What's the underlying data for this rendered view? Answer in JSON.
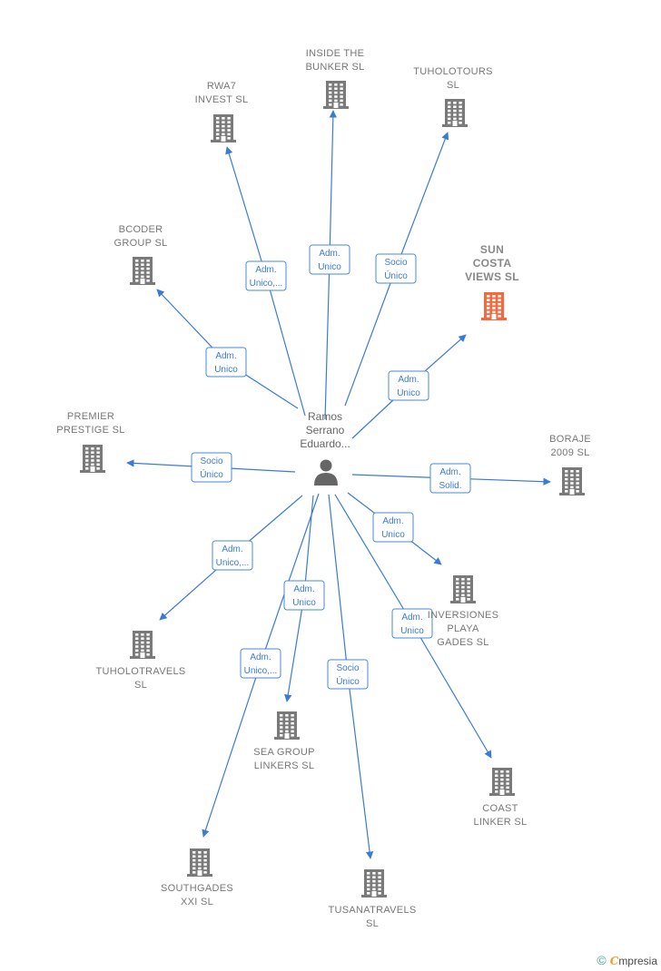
{
  "center": {
    "label_lines": [
      "Ramos",
      "Serrano",
      "Eduardo..."
    ]
  },
  "nodes": [
    {
      "id": "inside-the-bunker",
      "label_lines": [
        "INSIDE THE",
        "BUNKER  SL"
      ],
      "highlight": false
    },
    {
      "id": "rwa7-invest",
      "label_lines": [
        "RWA7",
        "INVEST  SL"
      ],
      "highlight": false
    },
    {
      "id": "tuholotours",
      "label_lines": [
        "TUHOLOTOURS",
        "SL"
      ],
      "highlight": false
    },
    {
      "id": "bcoder-group",
      "label_lines": [
        "BCODER",
        "GROUP  SL"
      ],
      "highlight": false
    },
    {
      "id": "sun-costa-views",
      "label_lines": [
        "SUN",
        "COSTA",
        "VIEWS  SL"
      ],
      "highlight": true
    },
    {
      "id": "premier-prestige",
      "label_lines": [
        "PREMIER",
        "PRESTIGE  SL"
      ],
      "highlight": false
    },
    {
      "id": "boraje-2009",
      "label_lines": [
        "BORAJE",
        "2009 SL"
      ],
      "highlight": false
    },
    {
      "id": "inversiones-playa",
      "label_lines": [
        "INVERSIONES",
        "PLAYA",
        "GADES  SL"
      ],
      "highlight": false
    },
    {
      "id": "tuholotravels",
      "label_lines": [
        "TUHOLOTRAVELS",
        "SL"
      ],
      "highlight": false
    },
    {
      "id": "sea-group-linkers",
      "label_lines": [
        "SEA GROUP",
        "LINKERS  SL"
      ],
      "highlight": false
    },
    {
      "id": "coast-linker",
      "label_lines": [
        "COAST",
        "LINKER  SL"
      ],
      "highlight": false
    },
    {
      "id": "southgades-xxi",
      "label_lines": [
        "SOUTHGADES",
        "XXI  SL"
      ],
      "highlight": false
    },
    {
      "id": "tusanatravels",
      "label_lines": [
        "TUSANATRAVELS",
        "SL"
      ],
      "highlight": false
    }
  ],
  "edges": [
    {
      "target": "inside-the-bunker",
      "label_lines": [
        "Adm.",
        "Unico"
      ]
    },
    {
      "target": "rwa7-invest",
      "label_lines": [
        "Adm.",
        "Unico,..."
      ]
    },
    {
      "target": "tuholotours",
      "label_lines": [
        "Socio",
        "Único"
      ]
    },
    {
      "target": "bcoder-group",
      "label_lines": [
        "Adm.",
        "Unico"
      ]
    },
    {
      "target": "sun-costa-views",
      "label_lines": [
        "Adm.",
        "Unico"
      ]
    },
    {
      "target": "premier-prestige",
      "label_lines": [
        "Socio",
        "Único"
      ]
    },
    {
      "target": "boraje-2009",
      "label_lines": [
        "Adm.",
        "Solid."
      ]
    },
    {
      "target": "inversiones-playa",
      "label_lines": [
        "Adm.",
        "Unico"
      ]
    },
    {
      "target": "tuholotravels",
      "label_lines": [
        "Adm.",
        "Unico,..."
      ]
    },
    {
      "target": "sea-group-linkers",
      "label_lines": [
        "Adm.",
        "Unico"
      ]
    },
    {
      "target": "coast-linker",
      "label_lines": [
        "Adm.",
        "Unico"
      ]
    },
    {
      "target": "southgades-xxi",
      "label_lines": [
        "Adm.",
        "Unico,..."
      ]
    },
    {
      "target": "tusanatravels",
      "label_lines": [
        "Socio",
        "Único"
      ]
    }
  ],
  "colors": {
    "edge": "#3a7bd5",
    "building": "#7a7a7a",
    "building_highlight": "#f26a3d",
    "person": "#666666"
  },
  "brand": {
    "copyright": "©",
    "initial": "C",
    "rest": "mpresia"
  }
}
